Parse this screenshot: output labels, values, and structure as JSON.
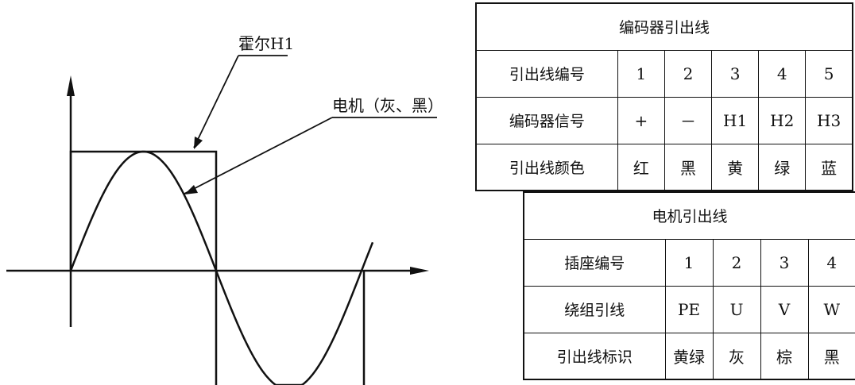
{
  "waveform": {
    "hall_label": "霍尔H1",
    "motor_label": "电机（灰、黑）"
  },
  "encoder_table": {
    "title": "编码器引出线",
    "rows": [
      {
        "label": "引出线编号",
        "cells": [
          "1",
          "2",
          "3",
          "4",
          "5"
        ]
      },
      {
        "label": "编码器信号",
        "cells": [
          "+",
          "－",
          "H1",
          "H2",
          "H3"
        ]
      },
      {
        "label": "引出线颜色",
        "cells": [
          "红",
          "黑",
          "黄",
          "绿",
          "蓝"
        ]
      }
    ]
  },
  "motor_table": {
    "title": "电机引出线",
    "rows": [
      {
        "label": "插座编号",
        "cells": [
          "1",
          "2",
          "3",
          "4"
        ]
      },
      {
        "label": "绕组引线",
        "cells": [
          "PE",
          "U",
          "V",
          "W"
        ]
      },
      {
        "label": "引出线标识",
        "cells": [
          "黄绿",
          "灰",
          "棕",
          "黑"
        ]
      }
    ]
  }
}
